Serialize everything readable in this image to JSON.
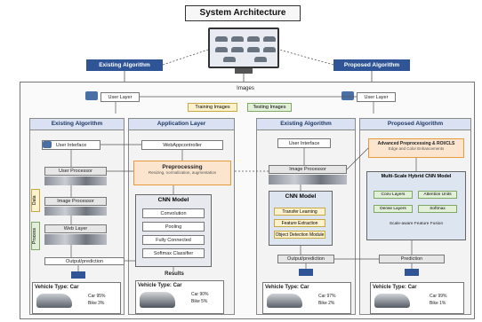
{
  "title": "System Architecture",
  "tags": {
    "existing": "Existing Algorithm",
    "proposed": "Proposed Algorithm"
  },
  "images_label": "Images",
  "user_layer": "User Layer",
  "training_images": "Training Images",
  "testing_images": "Testing Images",
  "left": {
    "existing_header": "Existing Algorithm",
    "app_header": "Application Layer",
    "user_interface": "User Interface",
    "user_processor": "User Processor",
    "image_processor": "Image Processor",
    "web_layer": "Web Layer",
    "output_label": "Output/prediction",
    "web_app_controller": "WebAppcontroller",
    "preprocessing_title": "Preprocessing",
    "preprocessing_sub": "Resizing, normalization, augmentation",
    "cnn_title": "CNN Model",
    "cnn_layers": [
      "Convolution",
      "Pooling",
      "Fully Connected",
      "Softmax Classifier"
    ],
    "results_label": "Results",
    "vehicle_type_1": "Vehicle Type: Car",
    "vehicle_type_2": "Vehicle Type: Car",
    "left_result_lines": [
      "Car 95%",
      "Bike 3%"
    ],
    "mid_result_lines": [
      "Car 90%",
      "Bike 5%"
    ],
    "side_labels": [
      "Data",
      "Process"
    ]
  },
  "right": {
    "existing_header": "Existing Algorithm",
    "proposed_header": "Proposed Algorithm",
    "user_interface": "User Interface",
    "image_processor": "Image Processor",
    "cnn_model": "CNN Model",
    "cnn_items": [
      "Transfer Learning",
      "Feature Extraction",
      "Object Detection Module"
    ],
    "output_label": "Output/prediction",
    "enhanced_title": "Advanced Preprocessing & ROI/CLS",
    "enhanced_sub": "Edge and Color Enhancements",
    "hybrid_title": "Multi-Scale Hybrid CNN Model",
    "hybrid_boxes": [
      "Conv Layers",
      "Attention Units",
      "Dense Layers",
      "Softmax"
    ],
    "hybrid_sub": "Scale-aware Feature Fusion",
    "prediction_label": "Prediction",
    "vehicle_type_3": "Vehicle Type: Car",
    "vehicle_type_4": "Vehicle Type: Car",
    "result3_lines": [
      "Car 97%",
      "Bike 2%"
    ],
    "result4_lines": [
      "Car 99%",
      "Bike 1%"
    ]
  },
  "colors": {
    "blue_tag": "#2f5597",
    "panel_head": "#d9e1f2",
    "orange_fill": "#fbe5cf",
    "orange_border": "#e59b3c"
  }
}
